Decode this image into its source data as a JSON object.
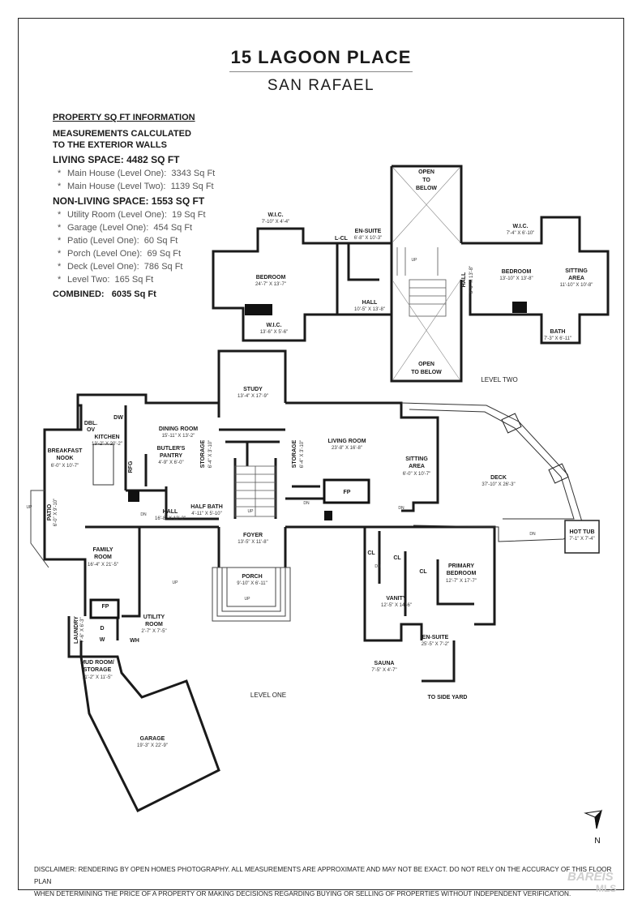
{
  "header": {
    "title": "15 LAGOON PLACE",
    "subtitle": "SAN RAFAEL"
  },
  "info": {
    "heading": "PROPERTY SQ FT INFORMATION",
    "note_line1": "MEASUREMENTS CALCULATED",
    "note_line2": "TO THE EXTERIOR WALLS",
    "living": {
      "label": "LIVING SPACE: 4482 SQ FT",
      "items": [
        {
          "name": "Main House (Level One):",
          "value": "3343 Sq Ft"
        },
        {
          "name": "Main House (Level Two):",
          "value": "1139 Sq Ft"
        }
      ]
    },
    "nonliving": {
      "label": "NON-LIVING SPACE: 1553 SQ FT",
      "items": [
        {
          "name": "Utility Room (Level One):",
          "value": "19 Sq Ft"
        },
        {
          "name": "Garage (Level One):",
          "value": "454 Sq Ft"
        },
        {
          "name": "Patio (Level One):",
          "value": "60 Sq Ft"
        },
        {
          "name": "Porch (Level One):",
          "value": "69 Sq Ft"
        },
        {
          "name": "Deck (Level One):",
          "value": "786 Sq Ft"
        },
        {
          "name": "Level Two:",
          "value": "165 Sq Ft"
        }
      ]
    },
    "combined_label": "COMBINED:",
    "combined_value": "6035 Sq Ft"
  },
  "plan": {
    "level_two_label": "LEVEL TWO",
    "level_one_label": "LEVEL ONE",
    "north_label": "N",
    "up": "UP",
    "dn": "DN",
    "rooms": {
      "open_to_below_top": [
        "OPEN",
        "TO",
        "BELOW"
      ],
      "open_to_below_bottom": [
        "OPEN",
        "TO BELOW"
      ],
      "wic_l2a": {
        "name": "W.I.C.",
        "dim": "7'-10\" X 4'-4\""
      },
      "ensuite_l2": {
        "name": "EN-SUITE",
        "dim": "6'-8\" X 10'-3\""
      },
      "lcl": {
        "name": "L-CL"
      },
      "bedroom_l2a": {
        "name": "BEDROOM",
        "dim": "24'-7\" X 13'-7\""
      },
      "hall_l2": {
        "name": "HALL",
        "dim": "10'-5\" X 13'-8\""
      },
      "wic_l2b": {
        "name": "W.I.C.",
        "dim": "13'-6\" X 5'-6\""
      },
      "wic_l2c": {
        "name": "W.I.C.",
        "dim": "7'-4\" X 6'-10\""
      },
      "hall_l2b": {
        "name": "HALL",
        "dim": "3'-6\" X 13'-8\""
      },
      "bedroom_l2b": {
        "name": "BEDROOM",
        "dim": "13'-10\" X 13'-8\""
      },
      "sitting_l2": {
        "name": "SITTING",
        "name2": "AREA",
        "dim": "11'-10\" X 10'-8\""
      },
      "bath_l2": {
        "name": "BATH",
        "dim": "7'-3\" X 6'-11\""
      },
      "study": {
        "name": "STUDY",
        "dim": "13'-4\" X 17'-9\""
      },
      "dbl_ov": {
        "name": "DBL.",
        "name2": "OV"
      },
      "dw": {
        "name": "DW"
      },
      "kitchen": {
        "name": "KITCHEN",
        "dim": "13'-2\" X 20'-2\""
      },
      "breakfast": {
        "name": "BREAKFAST",
        "name2": "NOOK",
        "dim": "6'-0\" X 10'-7\""
      },
      "dining": {
        "name": "DINING ROOM",
        "dim": "15'-11\" X 13'-2\""
      },
      "butlers": {
        "name": "BUTLER'S",
        "name2": "PANTRY",
        "dim": "4'-9\" X 6'-0\""
      },
      "rfg": {
        "name": "RFG"
      },
      "storage_a": {
        "name": "STORAGE",
        "dim": "6'-4\" X 3'-10\""
      },
      "storage_b": {
        "name": "STORAGE",
        "dim": "6'-4\" X 3'-10\""
      },
      "half_bath": {
        "name": "HALF BATH",
        "dim": "4'-11\" X 5'-10\""
      },
      "hall_l1": {
        "name": "HALL",
        "dim": "16'-8\" X 12'-2\""
      },
      "living": {
        "name": "LIVING ROOM",
        "dim": "23'-8\" X 16'-8\""
      },
      "sitting_l1": {
        "name": "SITTING",
        "name2": "AREA",
        "dim": "6'-0\" X 10'-7\""
      },
      "fp": {
        "name": "FP"
      },
      "deck": {
        "name": "DECK",
        "dim": "37'-10\" X 26'-3\""
      },
      "hot_tub": {
        "name": "HOT TUB",
        "dim": "7'-1\" X 7'-4\""
      },
      "patio": {
        "name": "PATIO",
        "dim": "6'-0\" X 9'-10\""
      },
      "family": {
        "name": "FAMILY",
        "name2": "ROOM",
        "dim": "16'-4\" X 21'-5\""
      },
      "foyer": {
        "name": "FOYER",
        "dim": "13'-5\" X 11'-8\""
      },
      "porch": {
        "name": "PORCH",
        "dim": "9'-10\" X 6'-11\""
      },
      "cl": {
        "name": "CL"
      },
      "primary": {
        "name": "PRIMARY",
        "name2": "BEDROOM",
        "dim": "12'-7\" X 17'-7\""
      },
      "vanity": {
        "name": "VANITY",
        "dim": "12'-5\" X 14'-6\""
      },
      "ensuite_l1": {
        "name": "EN-SUITE",
        "dim": "25'-5\" X 7'-2\""
      },
      "sauna": {
        "name": "SAUNA",
        "dim": "7'-5\" X 4'-7\""
      },
      "to_side_yard": {
        "name": "TO SIDE YARD"
      },
      "laundry": {
        "name": "LAUNDRY",
        "dim": "7'-6\" X 6'-3\""
      },
      "utility": {
        "name": "UTILITY",
        "name2": "ROOM",
        "dim": "2'-7\" X 7'-5\""
      },
      "d": {
        "name": "D"
      },
      "w": {
        "name": "W"
      },
      "wh": {
        "name": "WH"
      },
      "mudroom": {
        "name": "MUD ROOM/",
        "name2": "STORAGE",
        "dim": "11'-2\" X 11'-5\""
      },
      "garage": {
        "name": "GARAGE",
        "dim": "19'-3\" X 22'-9\""
      }
    }
  },
  "disclaimer": {
    "line1": "DISCLAIMER: RENDERING BY OPEN HOMES PHOTOGRAPHY. ALL MEASUREMENTS ARE APPROXIMATE AND MAY NOT BE EXACT. DO NOT RELY ON THE ACCURACY OF THIS FLOOR PLAN",
    "line2": "WHEN DETERMINING THE PRICE OF A PROPERTY OR MAKING DECISIONS REGARDING BUYING OR SELLING OF PROPERTIES WITHOUT INDEPENDENT VERIFICATION."
  },
  "watermark": {
    "line1": "BAREIS",
    "line2": "MLS"
  }
}
